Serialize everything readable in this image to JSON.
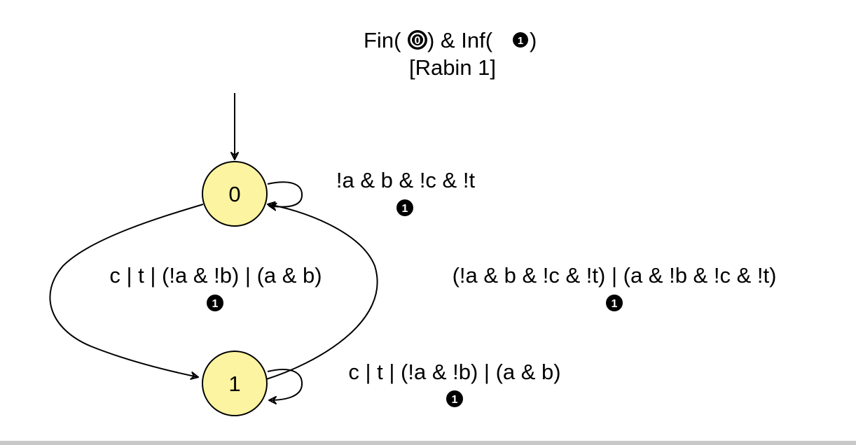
{
  "header": {
    "acceptance": {
      "prefix": "Fin(",
      "fin_mark": "0",
      "middle": ") & Inf(",
      "inf_mark": "1",
      "suffix": ")"
    },
    "acceptance_name": "[Rabin 1]"
  },
  "states": [
    {
      "id": "s0",
      "label": "0"
    },
    {
      "id": "s1",
      "label": "1"
    }
  ],
  "transitions": [
    {
      "id": "t00",
      "from": "0",
      "to": "0",
      "label": "!a & b & !c & !t",
      "mark": "1"
    },
    {
      "id": "t01",
      "from": "0",
      "to": "1",
      "label": "c | t | (!a & !b) | (a & b)",
      "mark": "1"
    },
    {
      "id": "t10",
      "from": "1",
      "to": "0",
      "label": "(!a & b & !c & !t) | (a & !b & !c & !t)",
      "mark": "1"
    },
    {
      "id": "t11",
      "from": "1",
      "to": "1",
      "label": "c | t | (!a & !b) | (a & b)",
      "mark": "1"
    }
  ],
  "colors": {
    "state_fill": "#fcf4a0",
    "stroke": "#000000",
    "mark_fill": "#000000",
    "mark_text": "#ffffff"
  }
}
